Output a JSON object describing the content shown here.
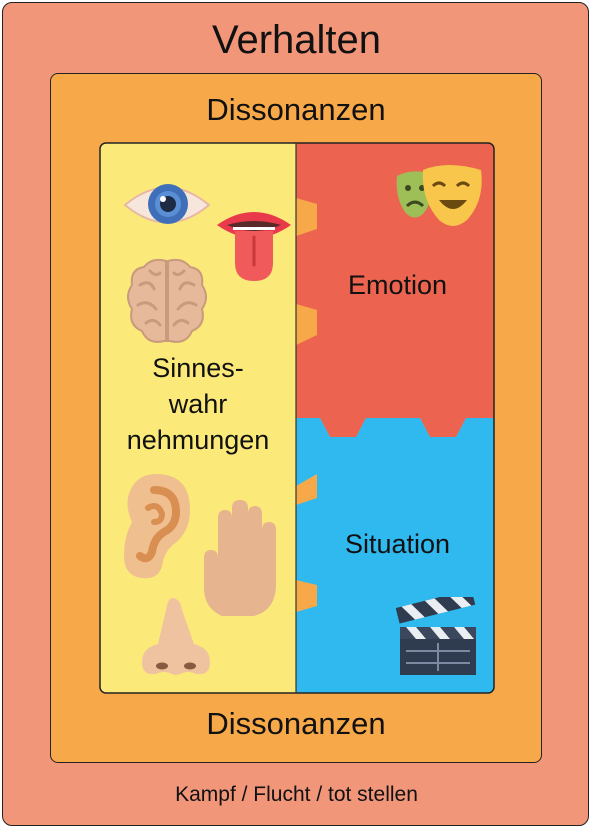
{
  "title": "Verhalten",
  "dissonance_top": "Dissonanzen",
  "dissonance_bottom": "Dissonanzen",
  "footer": "Kampf / Flucht / tot stellen",
  "pieces": {
    "sinnes": [
      "Sinnes-",
      "wahr",
      "nehmungen"
    ],
    "emotion": "Emotion",
    "situation": "Situation"
  },
  "colors": {
    "outer": "#f2967a",
    "middle": "#f7a94a",
    "sinnes": "#fbe97a",
    "emotion": "#ec6450",
    "situation": "#30b9ee"
  },
  "icons": [
    "eye-icon",
    "tongue-icon",
    "brain-icon",
    "ear-icon",
    "hand-icon",
    "nose-icon",
    "theater-masks-icon",
    "clapperboard-icon"
  ]
}
